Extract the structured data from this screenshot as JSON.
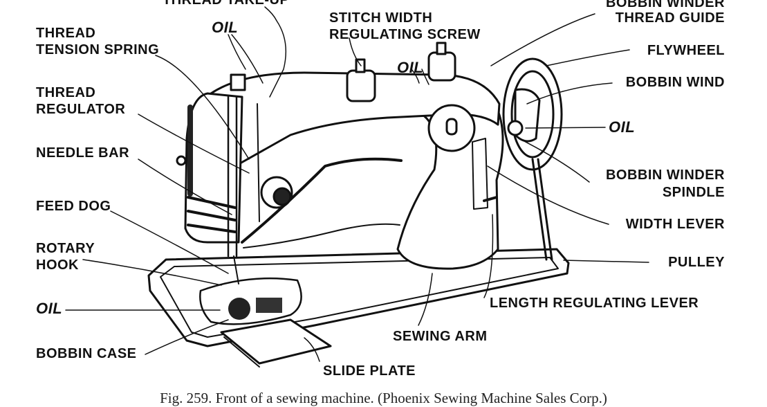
{
  "labels": {
    "thread_take_up": "THREAD TAKE-UP",
    "oil_top_left": "OIL",
    "stitch_width_1": "STITCH WIDTH",
    "stitch_width_2": "REGULATING SCREW",
    "oil_top_mid": "OIL",
    "bobbin_winder_1": "BOBBIN WINDER",
    "bobbin_winder_2": "THREAD GUIDE",
    "thread_tension_1": "THREAD",
    "thread_tension_2": "TENSION SPRING",
    "flywheel": "FLYWHEEL",
    "bobbin_wind": "BOBBIN WIND",
    "thread_regulator_1": "THREAD",
    "thread_regulator_2": "REGULATOR",
    "oil_right": "OIL",
    "needle_bar": "NEEDLE BAR",
    "bobbin_winder_spindle_1": "BOBBIN WINDER",
    "bobbin_winder_spindle_2": "SPINDLE",
    "feed_dog": "FEED DOG",
    "width_lever": "WIDTH LEVER",
    "rotary_hook_1": "ROTARY",
    "rotary_hook_2": "HOOK",
    "pulley": "PULLEY",
    "oil_left": "OIL",
    "length_regulating_lever": "LENGTH REGULATING LEVER",
    "sewing_arm": "SEWING ARM",
    "bobbin_case": "BOBBIN CASE",
    "slide_plate": "SLIDE PLATE"
  },
  "caption": "Fig. 259. Front of a sewing machine. (Phoenix Sewing Machine Sales Corp.)"
}
